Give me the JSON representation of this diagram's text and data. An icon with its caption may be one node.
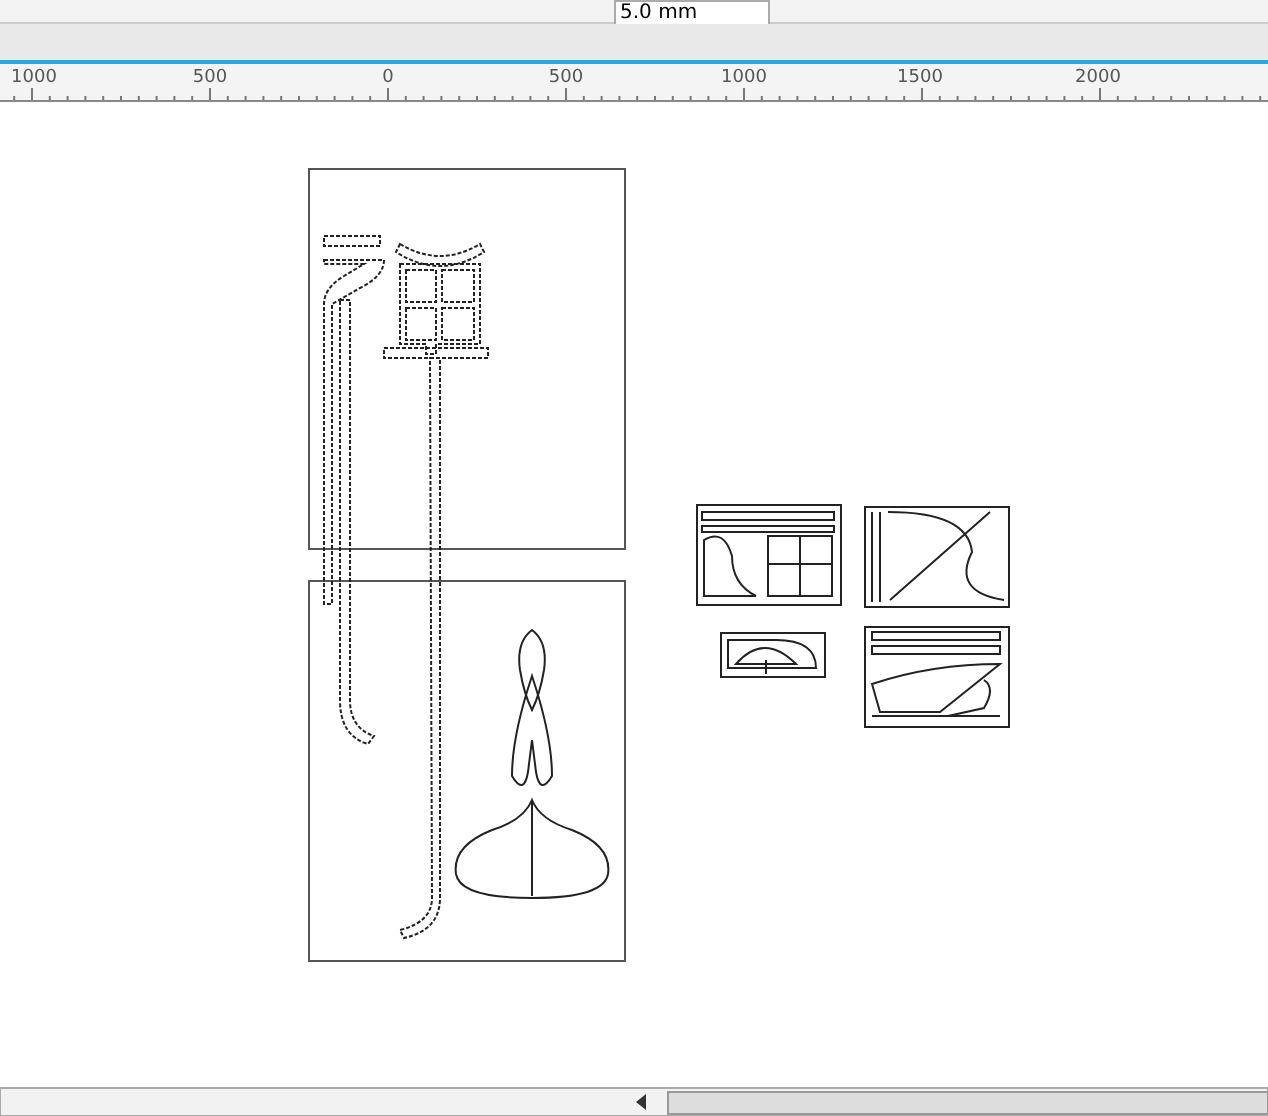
{
  "diagram": {
    "labels": [
      "5.0 mm",
      "1000",
      "500",
      "0",
      "500",
      "1000",
      "1500",
      "2000"
    ]
  }
}
